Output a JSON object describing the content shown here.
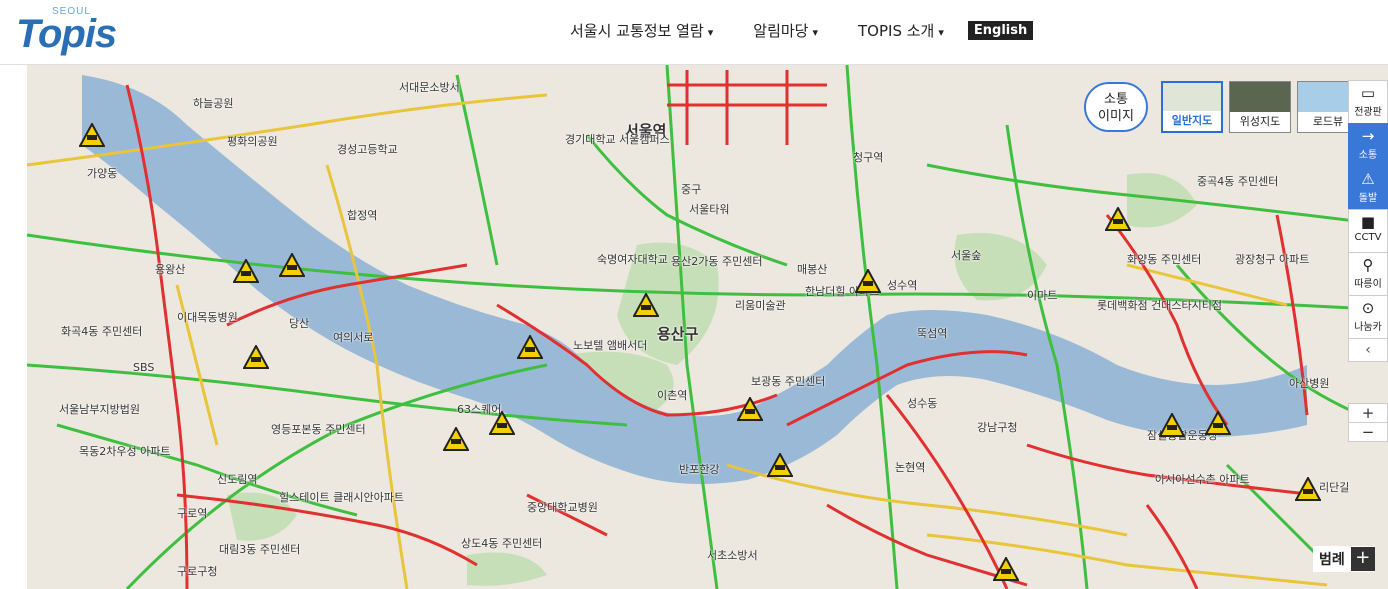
{
  "header": {
    "logo_small": "SEOUL",
    "logo_main": "Topis",
    "nav": [
      {
        "label": "서울시 교통정보 열람"
      },
      {
        "label": "알림마당"
      },
      {
        "label": "TOPIS 소개"
      }
    ],
    "english_label": "English"
  },
  "map": {
    "flow_image_button": {
      "line1": "소통",
      "line2": "이미지"
    },
    "map_types": [
      {
        "label": "일반지도",
        "active": true
      },
      {
        "label": "위성지도",
        "active": false
      },
      {
        "label": "로드뷰",
        "active": false
      }
    ],
    "sidebar": [
      {
        "label": "전광판",
        "icon": "display-board-icon",
        "active": false
      },
      {
        "label": "소통",
        "icon": "traffic-flow-icon",
        "active": true
      },
      {
        "label": "돌발",
        "icon": "incident-icon",
        "active": true
      },
      {
        "label": "CCTV",
        "icon": "cctv-icon",
        "active": false
      },
      {
        "label": "따릉이",
        "icon": "bicycle-icon",
        "active": false
      },
      {
        "label": "나눔카",
        "icon": "car-share-icon",
        "active": false
      }
    ],
    "collapse_label": "‹",
    "zoom_in": "+",
    "zoom_out": "−",
    "legend_label": "범례",
    "legend_plus": "+",
    "labels": [
      "서울역",
      "용산구",
      "중구",
      "이촌역",
      "63스퀘어",
      "여의서로",
      "이대목동병원",
      "당산",
      "합정역",
      "서대문소방서",
      "경기대학교 서울캠퍼스",
      "경성고등학교",
      "숙명여자대학교",
      "용산2가동 주민센터",
      "한남더힐 아파트",
      "청구역",
      "성수역",
      "뚝섬역",
      "서울숲",
      "이마트",
      "롯데백화점 건대스타시티점",
      "화양동 주민센터",
      "광장청구 아파트",
      "중곡4동 주민센터",
      "잠실종합운동장",
      "아시아선수촌 아파트",
      "아산병원",
      "리단길",
      "반포한강",
      "노보텔 앰배서더",
      "서울남부지방법원",
      "목동2차우성 아파트",
      "영등포본동 주민센터",
      "신도림역",
      "힐스테이트 클래시안아파트",
      "대림3동 주민센터",
      "구로역",
      "상도4동 주민센터",
      "중앙대학교병원",
      "서초소방서",
      "논현역",
      "강남구청",
      "성수동",
      "SBS",
      "화곡4동 주민센터",
      "용왕산",
      "하늘공원",
      "평화의공원",
      "서울타워",
      "보광동 주민센터",
      "매봉산",
      "리움미술관",
      "가양동",
      "구로구청"
    ]
  }
}
